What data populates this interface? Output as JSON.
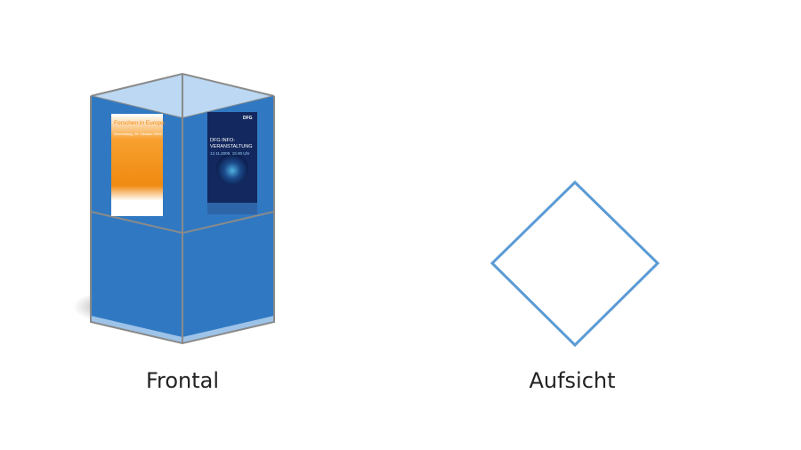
{
  "labels": {
    "frontal": "Frontal",
    "aufsicht": "Aufsicht"
  },
  "posters": {
    "left": {
      "title": "Forschen in Europa",
      "date": "Donnerstag, 29. Oktober 2009"
    },
    "right": {
      "logo": "DFG",
      "title_line1": "DFG INFO-",
      "title_line2": "VERANSTALTUNG",
      "date": "12.11.2009, 15.00 Uhr"
    }
  },
  "colors": {
    "column_blue": "#3079c2",
    "top_light": "#bcd8f2",
    "edge_gray": "#8a8a8a",
    "diamond_stroke": "#5b9bd5"
  }
}
